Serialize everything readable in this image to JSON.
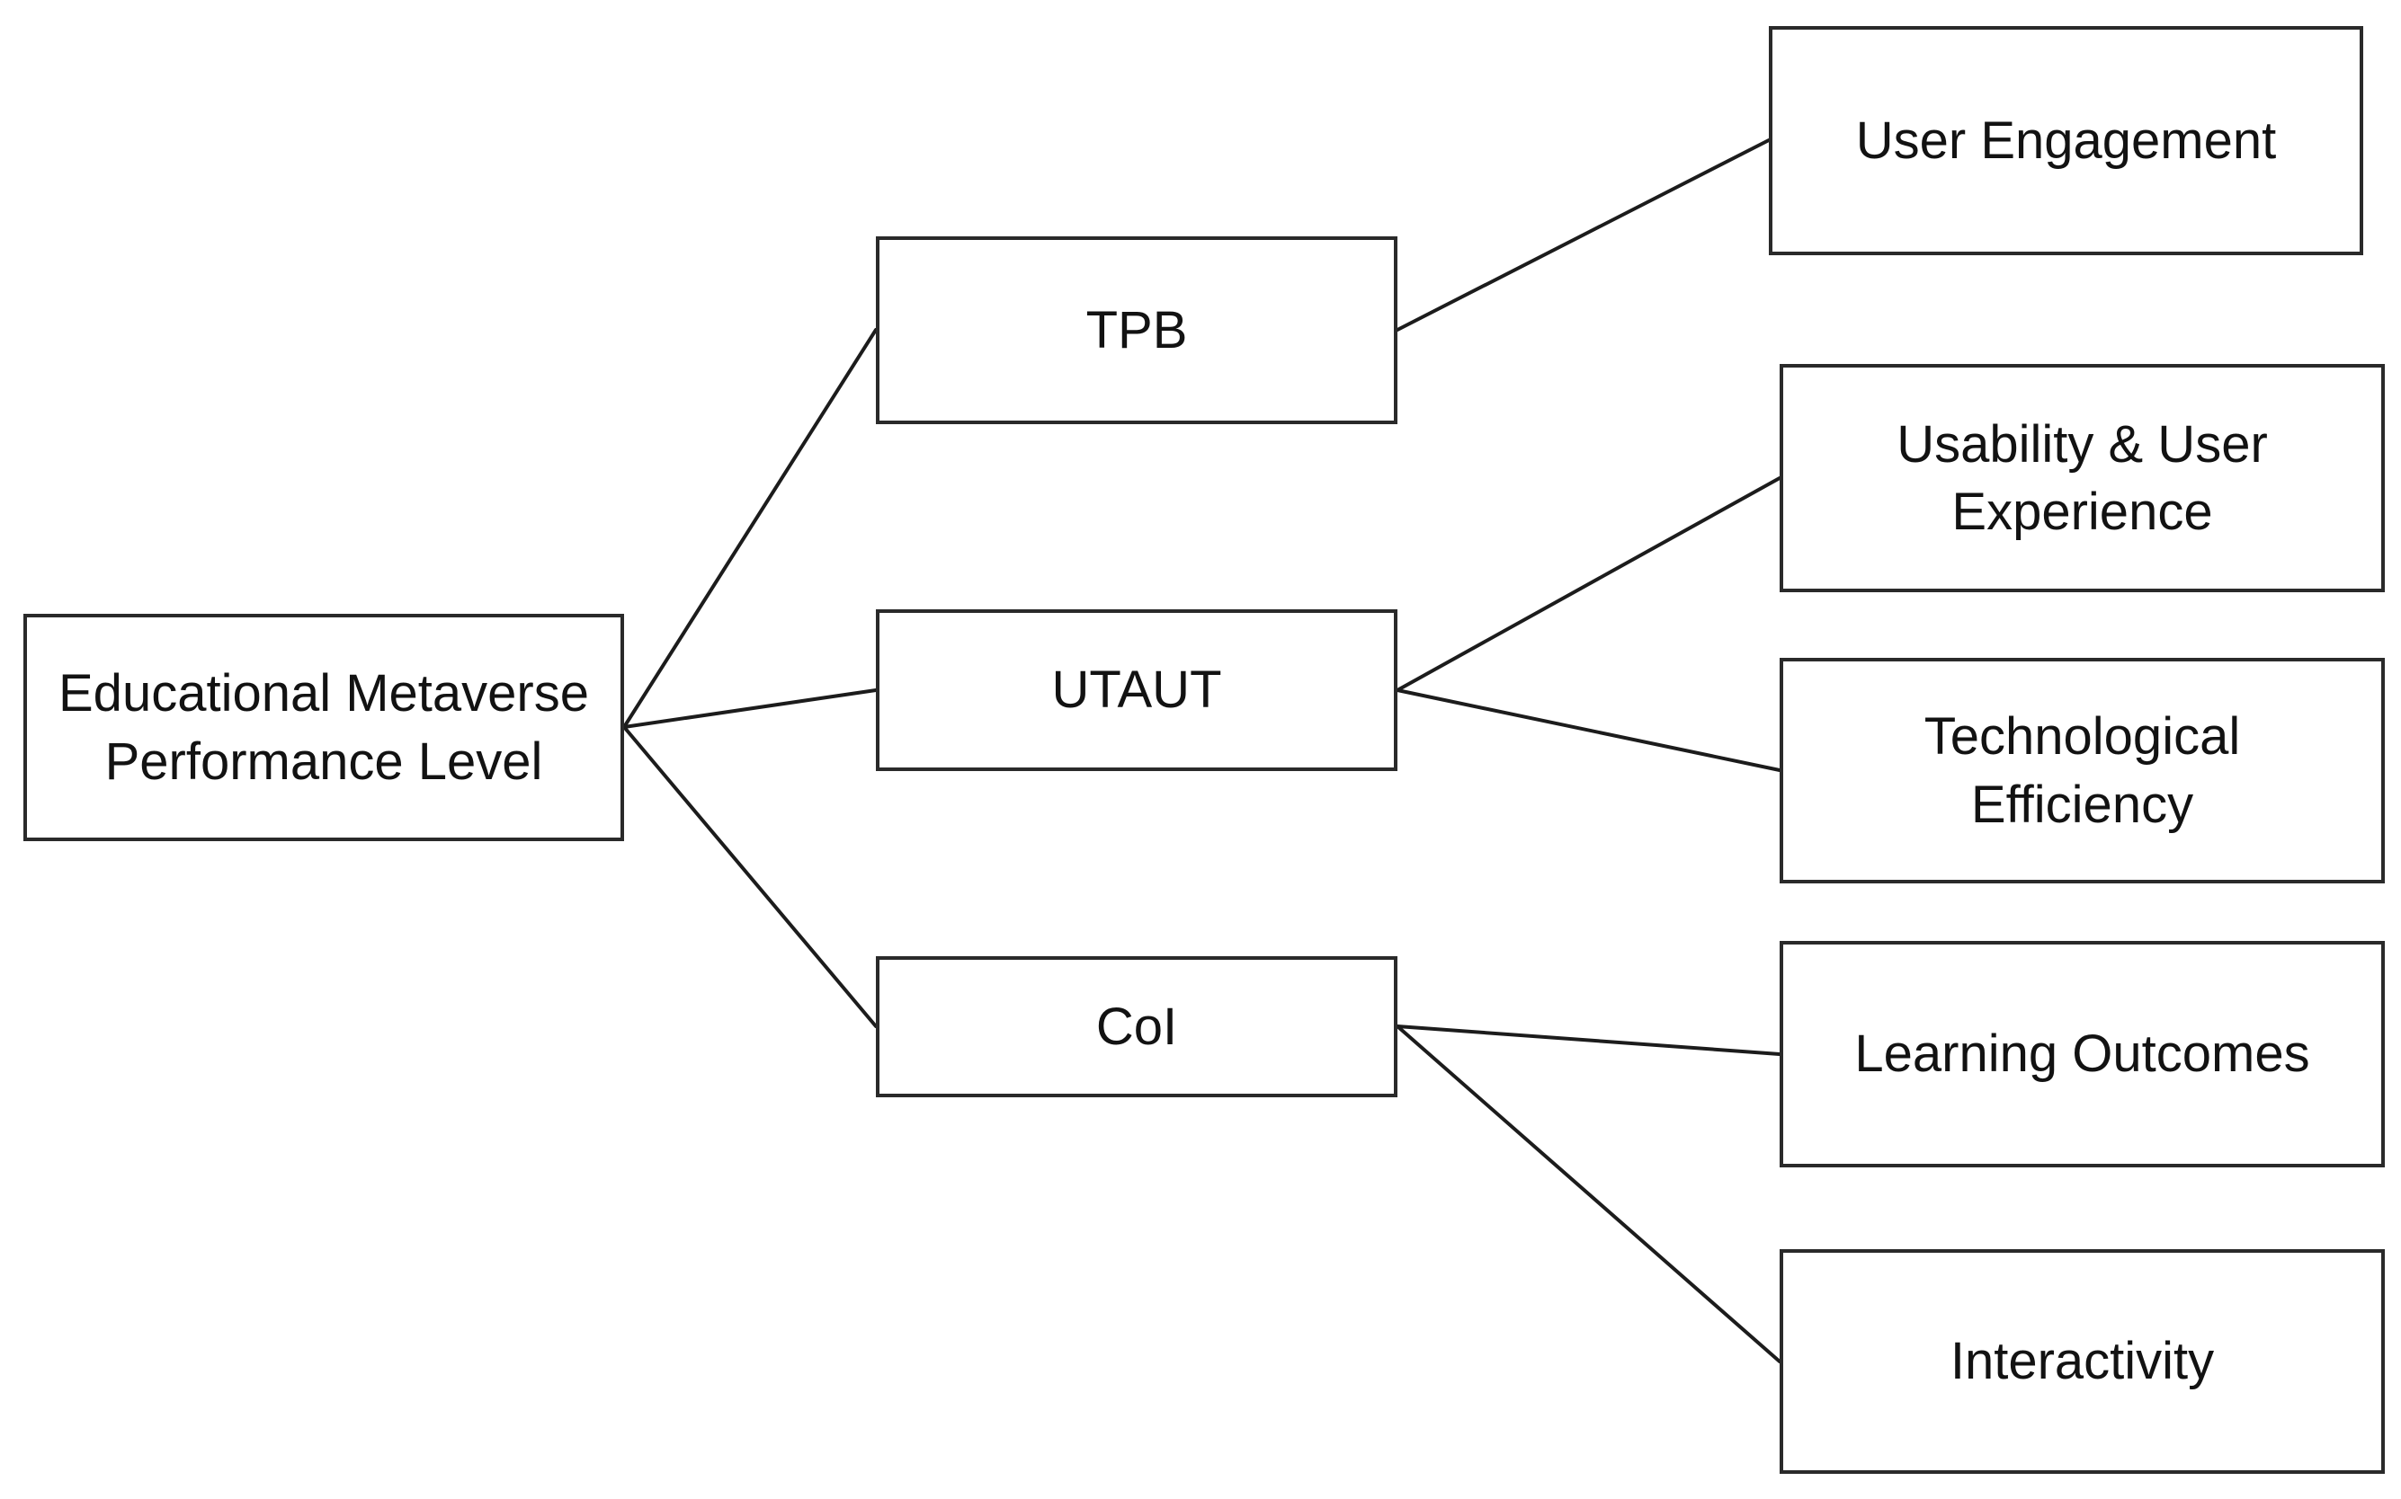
{
  "diagram": {
    "root": {
      "label": "Educational Metaverse Performance Level"
    },
    "models": [
      {
        "id": "tpb",
        "label": "TPB"
      },
      {
        "id": "utaut",
        "label": "UTAUT"
      },
      {
        "id": "coi",
        "label": "CoI"
      }
    ],
    "outcomes": [
      {
        "id": "user-engagement",
        "label": "User Engagement"
      },
      {
        "id": "usability-ux",
        "label": "Usability & User Experience"
      },
      {
        "id": "tech-efficiency",
        "label": "Technological Efficiency"
      },
      {
        "id": "learning-outcomes",
        "label": "Learning Outcomes"
      },
      {
        "id": "interactivity",
        "label": "Interactivity"
      }
    ],
    "edges": [
      {
        "from": "Educational Metaverse Performance Level",
        "to": "TPB"
      },
      {
        "from": "Educational Metaverse Performance Level",
        "to": "UTAUT"
      },
      {
        "from": "Educational Metaverse Performance Level",
        "to": "CoI"
      },
      {
        "from": "TPB",
        "to": "User Engagement"
      },
      {
        "from": "UTAUT",
        "to": "Usability & User Experience"
      },
      {
        "from": "UTAUT",
        "to": "Technological Efficiency"
      },
      {
        "from": "CoI",
        "to": "Learning Outcomes"
      },
      {
        "from": "CoI",
        "to": "Interactivity"
      }
    ]
  },
  "colors": {
    "background": "#ffffff",
    "box_fill": "#ffffff",
    "box_border": "#2a2a2a",
    "line": "#1c1c1c",
    "text": "#121212"
  }
}
